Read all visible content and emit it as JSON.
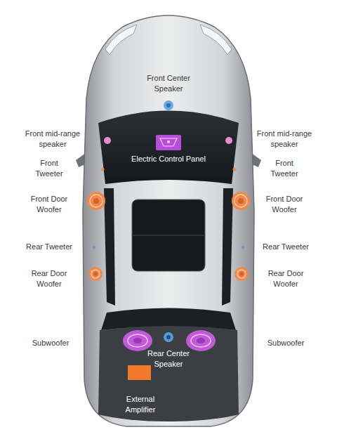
{
  "diagram": {
    "labels": [
      "Front Center Speaker",
      "Front mid-range speaker",
      "Front mid-range speaker",
      "Electric Control Panel",
      "Front Tweeter",
      "Front Tweeter",
      "Front Door Woofer",
      "Front Door Woofer",
      "Rear Tweeter",
      "Rear Tweeter",
      "Rear Door Woofer",
      "Rear Door Woofer",
      "Subwoofer",
      "Rear Center Speaker",
      "Subwoofer",
      "External Amplifier"
    ]
  }
}
